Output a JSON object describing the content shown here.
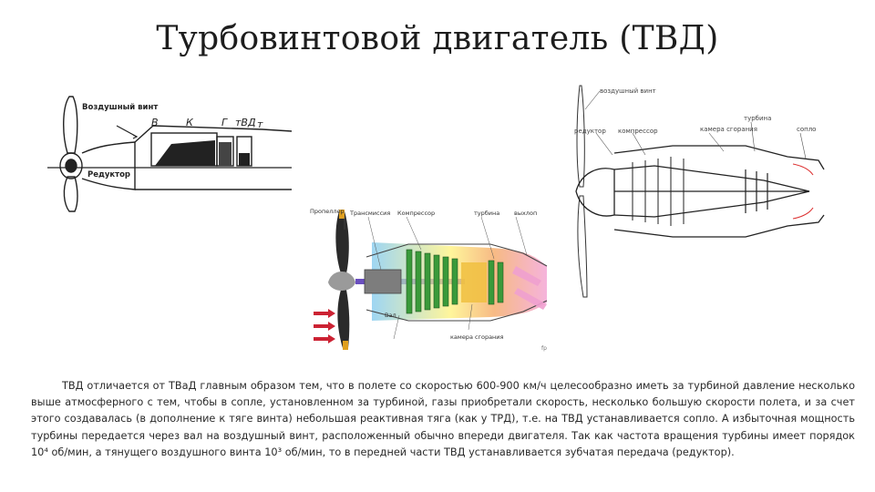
{
  "slide": {
    "title": "Турбовинтовой двигатель (ТВД)"
  },
  "left_diagram": {
    "propeller_label": "Воздушный винт",
    "reducer_label": "Редуктор",
    "station_v": "В",
    "station_k": "К",
    "station_g": "Г",
    "station_tvd": "тВД",
    "station_t": "т"
  },
  "right_diagram": {
    "propeller_label": "воздушный винт",
    "reducer_label": "редуктор",
    "compressor_label": "компрессор",
    "combustion_label": "камера сгорания",
    "turbine_label": "турбина",
    "nozzle_label": "сопло"
  },
  "center_diagram": {
    "propeller_label": "Пропеллер",
    "transmission_label": "Трансмиссия",
    "compressor_label": "Компрессор",
    "turbine_label": "турбина",
    "exhaust_label": "выхлоп",
    "shaft_label": "Вал",
    "combustion_label": "камера сгорания",
    "corner_mark": "fp"
  },
  "body": {
    "paragraph": "ТВД отличается от ТВаД главным образом тем, что в полете со скоростью 600-900 км/ч целесообразно иметь за турбиной давление несколько выше атмосферного с тем, чтобы в сопле, установленном за турбиной, газы приобретали скорость, несколько большую скорости полета, и за счет этого создавалась (в дополнение к тяге винта) небольшая реактивная тяга (как у ТРД), т.е. на ТВД устанавливается сопло. А избыточная мощность турбины передается через вал на воздушный винт, расположенный обычно впереди двигателя. Так как частота вращения турбины имеет порядок 10⁴ об/мин, а тянущего воздушного винта 10³ об/мин, то в передней части ТВД устанавливается зубчатая передача (редуктор)."
  }
}
